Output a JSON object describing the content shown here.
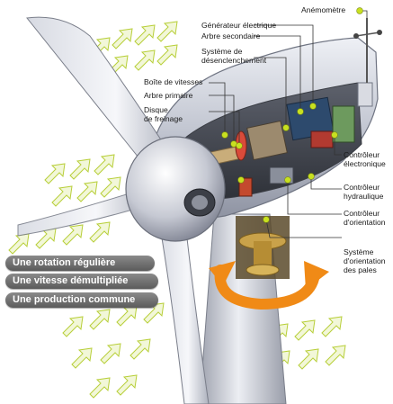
{
  "labels": {
    "anemometre": "Anémomètre",
    "generateur": "Générateur électrique",
    "arbre_secondaire": "Arbre secondaire",
    "systeme_declenchement_1": "Système de",
    "systeme_declenchement_2": "désenclenchement",
    "boite_vitesses": "Boîte de vitesses",
    "arbre_primaire": "Arbre primaire",
    "disque_1": "Disque",
    "disque_2": "de freinage",
    "controleur_elec_1": "Contrôleur",
    "controleur_elec_2": "électronique",
    "controleur_hydr_1": "Contrôleur",
    "controleur_hydr_2": "hydraulique",
    "controleur_orient_1": "Contrôleur",
    "controleur_orient_2": "d'orientation",
    "systeme_pales_1": "Système",
    "systeme_pales_2": "d'orientation",
    "systeme_pales_3": "des pales"
  },
  "banners": [
    "Une rotation régulière",
    "Une vitesse démultipliée",
    "Une production commune"
  ],
  "colors": {
    "dot": "#c8e020",
    "arrow_fill": "#f2f7d8",
    "arrow_stroke": "#b8cf3a",
    "orange": "#f08a16",
    "body": "#c9ccd6",
    "banner": "#6e6e6e"
  }
}
